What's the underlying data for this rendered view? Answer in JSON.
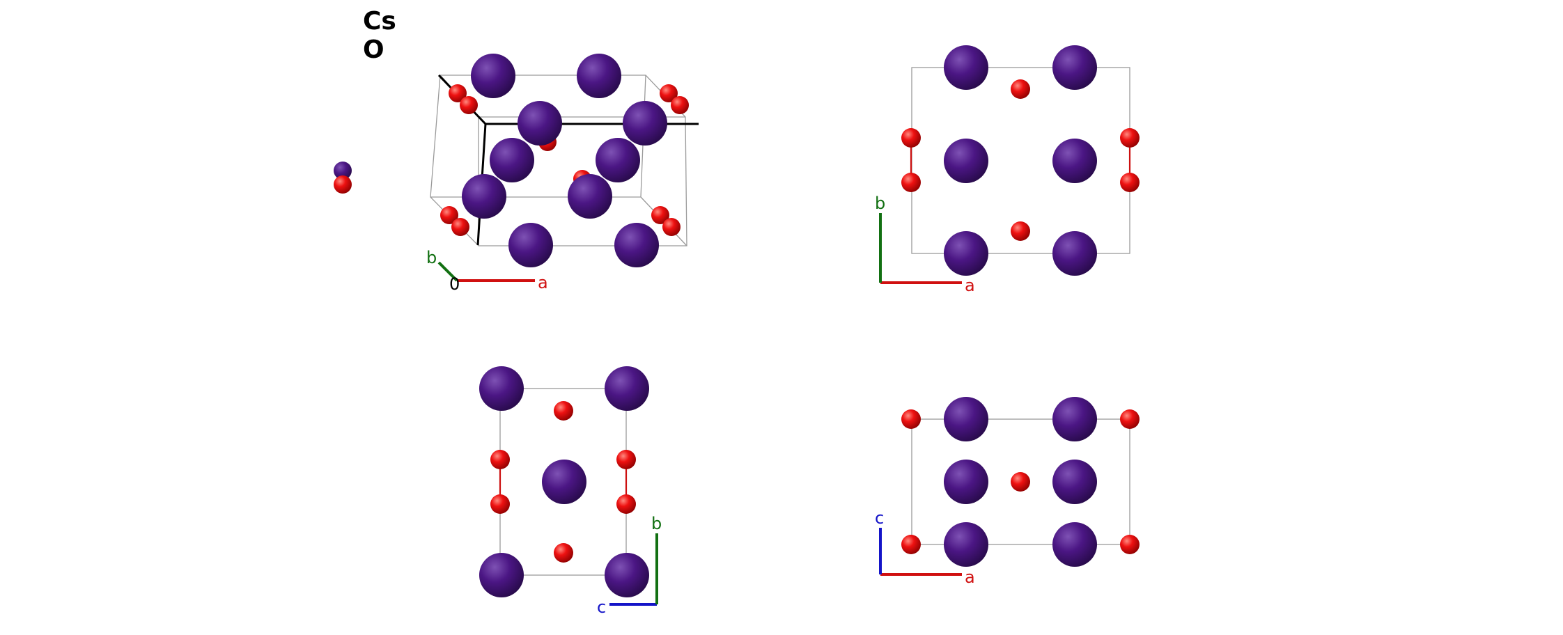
{
  "legend": {
    "elements": [
      {
        "symbol": "Cs",
        "color": "#4b1684"
      },
      {
        "symbol": "O",
        "color": "#ee1111"
      }
    ]
  },
  "colors": {
    "Cs": "#4b1684",
    "O": "#ee1111",
    "axis_a": "#d01010",
    "axis_b": "#127012",
    "axis_c": "#1414c8",
    "unit_cell": "#9a9a9a",
    "origin_axes": "#000000"
  },
  "views": [
    {
      "id": "perspective",
      "axes": [
        {
          "name": "a"
        },
        {
          "name": "b"
        }
      ],
      "origin_label": "0"
    },
    {
      "id": "along-c",
      "axes": [
        {
          "name": "a"
        },
        {
          "name": "b"
        }
      ]
    },
    {
      "id": "along-a",
      "axes": [
        {
          "name": "c"
        },
        {
          "name": "b"
        }
      ]
    },
    {
      "id": "along-b",
      "axes": [
        {
          "name": "a"
        },
        {
          "name": "c"
        }
      ]
    }
  ]
}
